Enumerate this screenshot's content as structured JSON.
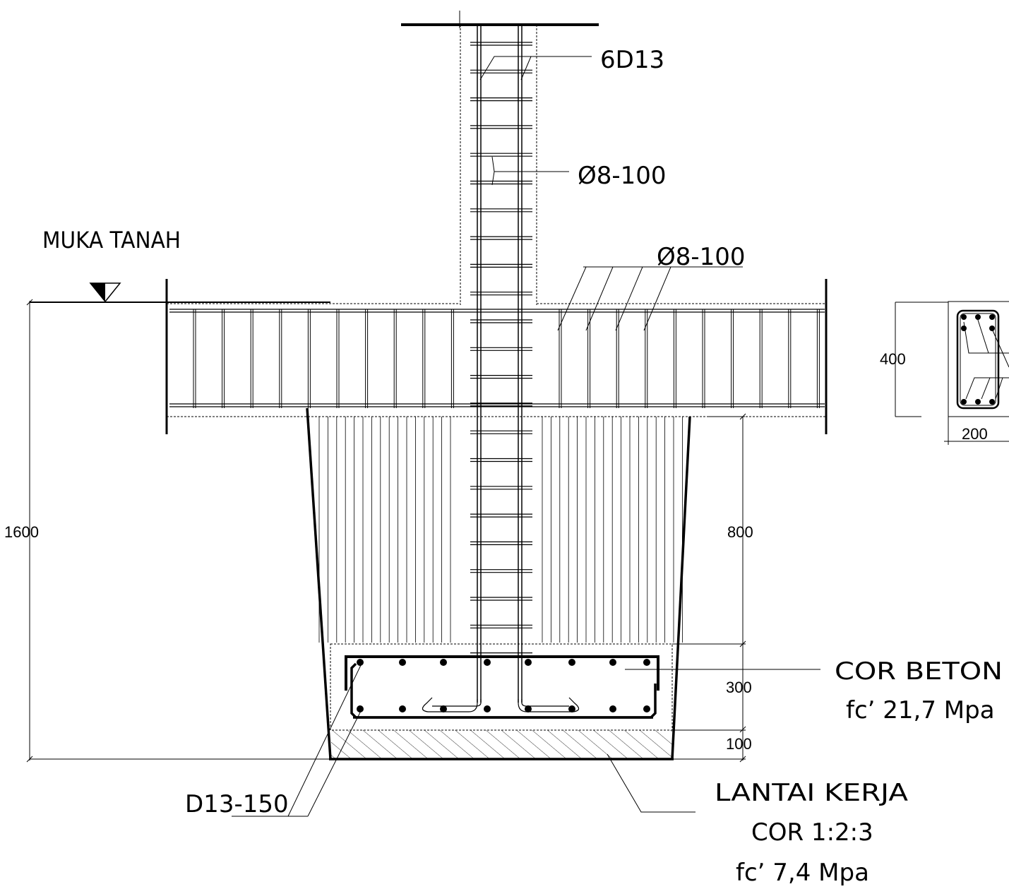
{
  "labels": {
    "top_bars": "6D13",
    "column_stirrup": "Ø8-100",
    "beam_stirrup": "Ø8-100",
    "ground_level": "MUKA TANAH",
    "footing_bars": "D13-150",
    "concrete_line1": "COR BETON",
    "concrete_line2": "fc’ 21,7 Mpa",
    "lean_line1": "LANTAI KERJA",
    "lean_line2": "COR 1:2:3",
    "lean_line3": "fc’ 7,4 Mpa"
  },
  "dimensions": {
    "total_depth": "1600",
    "pedestal_height": "800",
    "footing_thickness": "300",
    "lean_thickness": "100",
    "beam_height": "400",
    "beam_width": "200"
  }
}
